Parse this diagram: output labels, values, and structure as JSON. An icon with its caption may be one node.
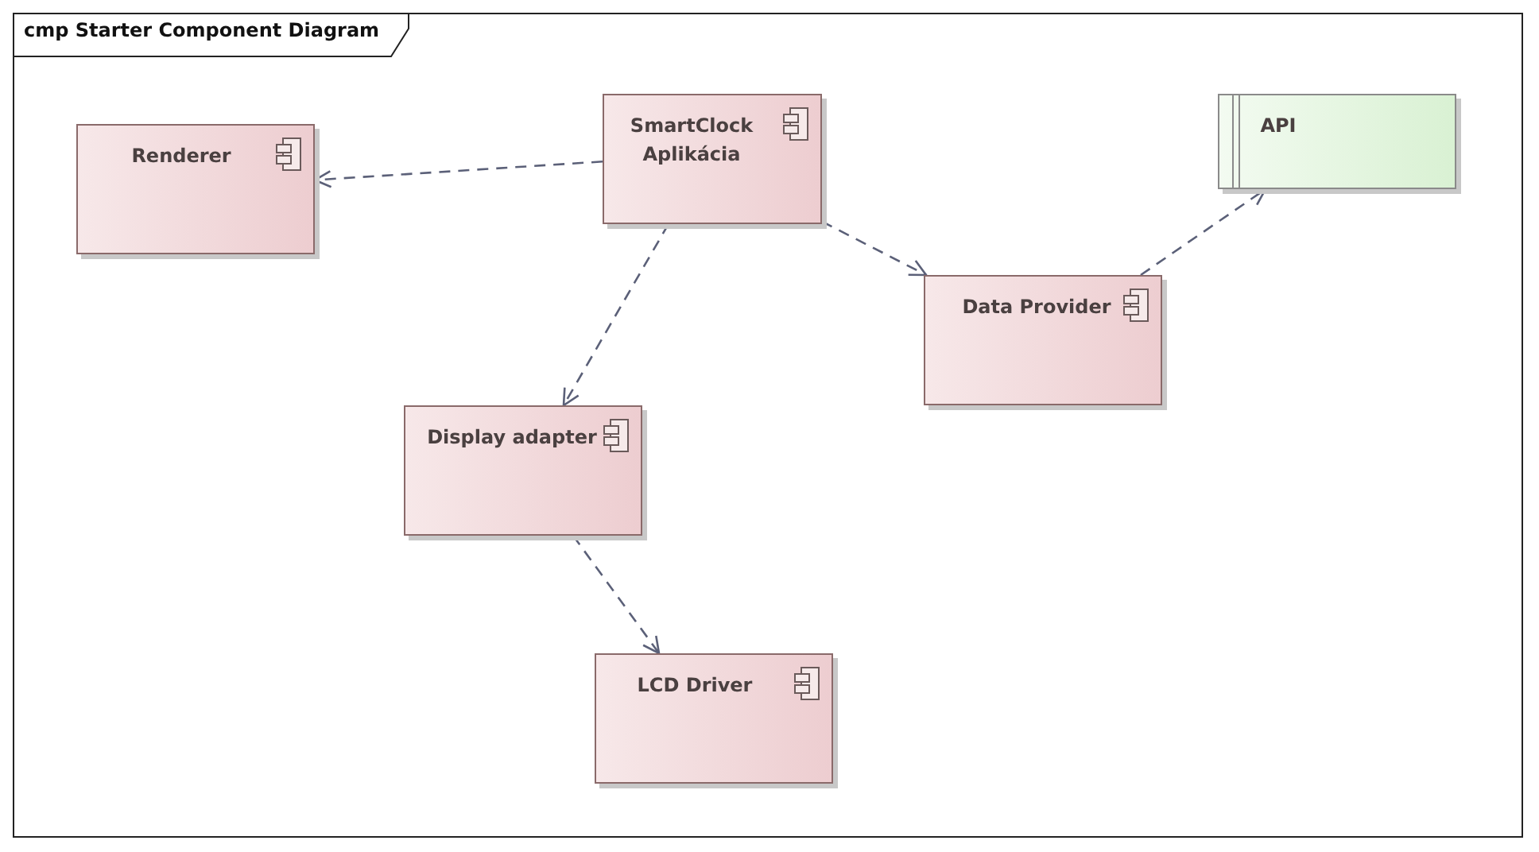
{
  "diagram": {
    "title": "cmp Starter Component Diagram",
    "nodes": [
      {
        "text": [
          "Renderer"
        ]
      },
      {
        "text": [
          "SmartClock Aplikácia"
        ]
      },
      {
        "text": [
          "API"
        ]
      },
      {
        "text": [
          "Data Provider"
        ]
      },
      {
        "text": [
          "Display adapter"
        ]
      },
      {
        "text": [
          "LCD Driver"
        ]
      }
    ],
    "edges": [
      {
        "from": 1,
        "to": 0,
        "arrow": "to",
        "style": "dashed"
      },
      {
        "from": 1,
        "to": 3,
        "arrow": "to",
        "style": "dashed"
      },
      {
        "from": 3,
        "to": 2,
        "arrow": "to",
        "style": "dashed"
      },
      {
        "from": 1,
        "to": 4,
        "arrow": "to",
        "style": "dashed"
      },
      {
        "from": 4,
        "to": 5,
        "arrow": "to",
        "style": "dashed"
      }
    ]
  }
}
